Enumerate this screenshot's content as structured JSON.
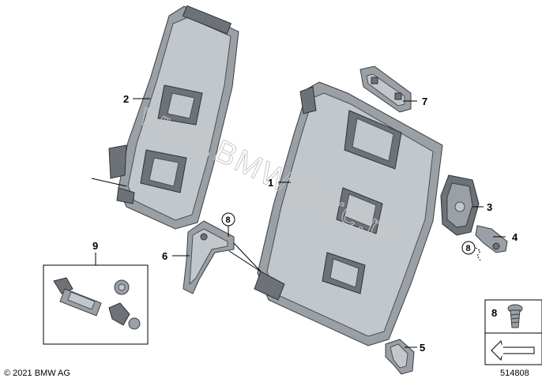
{
  "callouts": {
    "c1": "1",
    "c2": "2",
    "c3": "3",
    "c4": "4",
    "c5": "5",
    "c6": "6",
    "c7": "7",
    "c8_ref_a": "8",
    "c8_ref_b": "8",
    "c8_legend": "8",
    "c9": "9"
  },
  "watermark": "www.BMWstore.pl",
  "footer": {
    "copyright": "© 2021 BMW AG",
    "diagram_number": "514808"
  },
  "colors": {
    "part_dark": "#6c7277",
    "part_mid": "#9aa0a5",
    "part_light": "#c2c7cb",
    "outline": "#2e3236"
  },
  "icons": {
    "legend_arrow": "arrow-icon",
    "screw": "screw-icon"
  }
}
